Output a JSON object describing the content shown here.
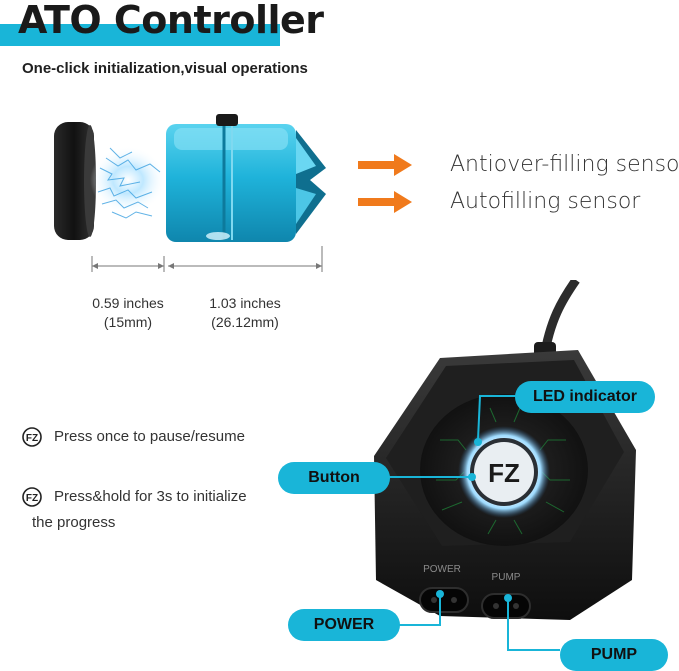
{
  "header": {
    "title": "ATO Controller",
    "subtitle": "One-click initialization,visual operations"
  },
  "features": [
    {
      "label": "Antiover-filling sensor"
    },
    {
      "label": "Autofilling sensor"
    }
  ],
  "dimensions": [
    {
      "line1": "0.59 inches",
      "line2": "(15mm)"
    },
    {
      "line1": "1.03 inches",
      "line2": "(26.12mm)"
    }
  ],
  "instructions": [
    {
      "icon": "fz-logo-icon",
      "text": "Press once to pause/resume"
    },
    {
      "icon": "fz-logo-icon",
      "text": "Press&hold for 3s to initialize",
      "text2": "the progress"
    }
  ],
  "callouts": {
    "led": "LED indicator",
    "button": "Button",
    "power": "POWER",
    "pump": "PUMP"
  },
  "device_labels": {
    "power": "POWER",
    "pump": "PUMP",
    "logo": "FZ"
  },
  "colors": {
    "accent": "#19b5d8",
    "arrow": "#f07a1c",
    "sensor_body": "#29bde0"
  }
}
